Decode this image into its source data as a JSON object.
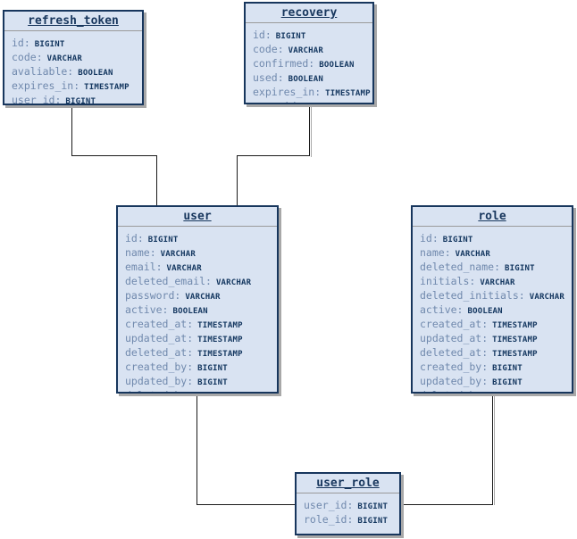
{
  "diagram": {
    "type": "entity-relationship",
    "tables": [
      {
        "name": "refresh_token",
        "fields": [
          {
            "name": "id",
            "type": "BIGINT"
          },
          {
            "name": "code",
            "type": "VARCHAR"
          },
          {
            "name": "avaliable",
            "type": "BOOLEAN"
          },
          {
            "name": "expires_in",
            "type": "TIMESTAMP"
          },
          {
            "name": "user_id",
            "type": "BIGINT"
          }
        ]
      },
      {
        "name": "recovery",
        "fields": [
          {
            "name": "id",
            "type": "BIGINT"
          },
          {
            "name": "code",
            "type": "VARCHAR"
          },
          {
            "name": "confirmed",
            "type": "BOOLEAN"
          },
          {
            "name": "used",
            "type": "BOOLEAN"
          },
          {
            "name": "expires_in",
            "type": "TIMESTAMP"
          },
          {
            "name": "user_id",
            "type": "BIGINT"
          }
        ]
      },
      {
        "name": "user",
        "fields": [
          {
            "name": "id",
            "type": "BIGINT"
          },
          {
            "name": "name",
            "type": "VARCHAR"
          },
          {
            "name": "email",
            "type": "VARCHAR"
          },
          {
            "name": "deleted_email",
            "type": "VARCHAR"
          },
          {
            "name": "password",
            "type": "VARCHAR"
          },
          {
            "name": "active",
            "type": "BOOLEAN"
          },
          {
            "name": "created_at",
            "type": "TIMESTAMP"
          },
          {
            "name": "updated_at",
            "type": "TIMESTAMP"
          },
          {
            "name": "deleted_at",
            "type": "TIMESTAMP"
          },
          {
            "name": "created_by",
            "type": "BIGINT"
          },
          {
            "name": "updated_by",
            "type": "BIGINT"
          },
          {
            "name": "deleted_by",
            "type": "BIGINT"
          }
        ]
      },
      {
        "name": "role",
        "fields": [
          {
            "name": "id",
            "type": "BIGINT"
          },
          {
            "name": "name",
            "type": "VARCHAR"
          },
          {
            "name": "deleted_name",
            "type": "BIGINT"
          },
          {
            "name": "initials",
            "type": "VARCHAR"
          },
          {
            "name": "deleted_initials",
            "type": "VARCHAR"
          },
          {
            "name": "active",
            "type": "BOOLEAN"
          },
          {
            "name": "created_at",
            "type": "TIMESTAMP"
          },
          {
            "name": "updated_at",
            "type": "TIMESTAMP"
          },
          {
            "name": "deleted_at",
            "type": "TIMESTAMP"
          },
          {
            "name": "created_by",
            "type": "BIGINT"
          },
          {
            "name": "updated_by",
            "type": "BIGINT"
          },
          {
            "name": "deleted_by",
            "type": "BIGINT"
          }
        ]
      },
      {
        "name": "user_role",
        "fields": [
          {
            "name": "user_id",
            "type": "BIGINT"
          },
          {
            "name": "role_id",
            "type": "BIGINT"
          }
        ]
      }
    ],
    "relations": [
      {
        "from": "refresh_token",
        "to": "user"
      },
      {
        "from": "recovery",
        "to": "user"
      },
      {
        "from": "user",
        "to": "user_role"
      },
      {
        "from": "role",
        "to": "user_role"
      }
    ]
  },
  "colors": {
    "table_fill": "#d9e3f2",
    "table_border": "#17365d",
    "title_text": "#17365d",
    "field_name_text": "#7089ad",
    "field_type_text": "#143760",
    "separator": "#9a9a9a",
    "shadow": "#a8a8a8",
    "connector_line": "#1a1a1a",
    "background": "#ffffff"
  }
}
